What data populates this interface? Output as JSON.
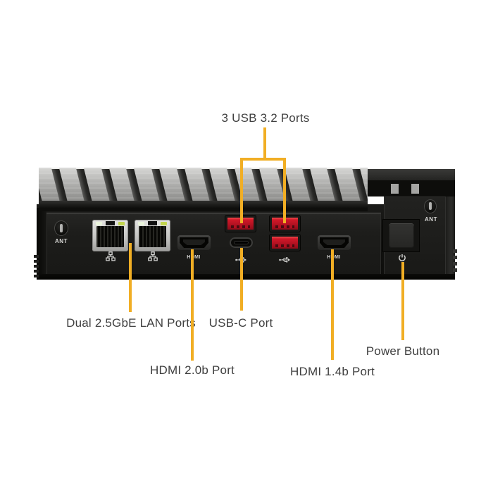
{
  "figure_type": "annotated-product-diagram",
  "callouts": {
    "usb3": {
      "label": "3 USB 3.2 Ports"
    },
    "lan": {
      "label": "Dual 2.5GbE LAN Ports"
    },
    "usbc": {
      "label": "USB-C Port"
    },
    "hdmi20": {
      "label": "HDMI 2.0b Port"
    },
    "hdmi14": {
      "label": "HDMI 1.4b Port"
    },
    "power": {
      "label": "Power Button"
    }
  },
  "device": {
    "ant_left_label": "ANT",
    "ant_right_label": "ANT",
    "hdmi_left_label": "HDMI",
    "hdmi_right_label": "HDMI",
    "icons": {
      "lan_port_1": "network-icon",
      "lan_port_2": "network-icon",
      "usb_c": "usb-icon",
      "usb_a": "usb-icon",
      "power": "power-icon"
    }
  },
  "colors": {
    "background": "#ffffff",
    "callout_line": "#F1AE24",
    "label_text": "#3f3f3f",
    "usb_port_red": "#C01020",
    "chassis_black": "#121210",
    "heatsink_gray": "#ABABA9",
    "lan_led_left": "#EAF4DC",
    "lan_led_right": "#C2D54E"
  }
}
